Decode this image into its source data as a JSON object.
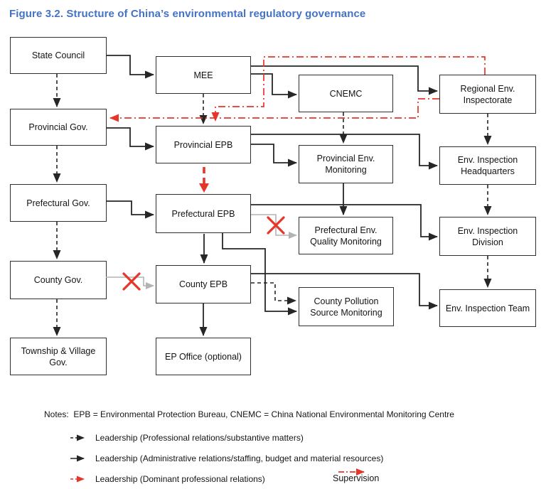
{
  "title": "Figure 3.2. Structure of China’s environmental regulatory governance",
  "colors": {
    "title_blue": "#4472C4",
    "line_black": "#262626",
    "red": "#E6352A",
    "severed_gray": "#B3B3B3"
  },
  "boxes": {
    "state_council": "State Council",
    "provincial_gov": "Provincial Gov.",
    "prefectural_gov": "Prefectural Gov.",
    "county_gov": "County Gov.",
    "township_gov": "Township & Village Gov.",
    "mee": "MEE",
    "provincial_epb": "Provincial EPB",
    "prefectural_epb": "Prefectural EPB",
    "county_epb": "County EPB",
    "ep_office": "EP Office (optional)",
    "cnemc": "CNEMC",
    "provincial_env_monitoring": "Provincial Env. Monitoring",
    "prefectural_env_quality_monitoring": "Prefectural Env. Quality Monitoring",
    "county_pollution_source_monitoring": "County Pollution Source Monitoring",
    "regional_env_inspectorate": "Regional Env. Inspectorate",
    "env_inspection_headquarters": "Env. Inspection Headquarters",
    "env_inspection_division": "Env. Inspection Division",
    "env_inspection_team": "Env. Inspection Team"
  },
  "notes": "Notes:  EPB = Environmental Protection Bureau, CNEMC = China National Environmental Monitoring Centre",
  "legend": {
    "professional": "Leadership (Professional relations/substantive matters)",
    "administrative": "Leadership (Administrative relations/staffing, budget and material resources)",
    "dominant": "Leadership (Dominant professional relations)",
    "supervision": "Supervision"
  },
  "edges": [
    {
      "from": "State Council",
      "to": "MEE",
      "type": "administrative"
    },
    {
      "from": "State Council",
      "to": "Provincial Gov.",
      "type": "professional"
    },
    {
      "from": "Provincial Gov.",
      "to": "Provincial EPB",
      "type": "administrative"
    },
    {
      "from": "Provincial Gov.",
      "to": "Prefectural Gov.",
      "type": "professional"
    },
    {
      "from": "MEE",
      "to": "CNEMC",
      "type": "administrative"
    },
    {
      "from": "MEE",
      "to": "Regional Env. Inspectorate",
      "type": "administrative"
    },
    {
      "from": "MEE",
      "to": "Provincial EPB",
      "type": "professional"
    },
    {
      "from": "Provincial EPB",
      "to": "Provincial Env. Monitoring",
      "type": "administrative"
    },
    {
      "from": "Provincial EPB",
      "to": "Env. Inspection Headquarters",
      "type": "administrative"
    },
    {
      "from": "Provincial EPB",
      "to": "Prefectural EPB",
      "type": "dominant-professional"
    },
    {
      "from": "CNEMC",
      "to": "Provincial Env. Monitoring",
      "type": "professional"
    },
    {
      "from": "Provincial Env. Monitoring",
      "to": "Prefectural Env. Quality Monitoring",
      "type": "administrative"
    },
    {
      "from": "Prefectural Gov.",
      "to": "Prefectural EPB",
      "type": "administrative"
    },
    {
      "from": "Prefectural Gov.",
      "to": "County Gov.",
      "type": "professional"
    },
    {
      "from": "Prefectural EPB",
      "to": "County EPB",
      "type": "administrative"
    },
    {
      "from": "Prefectural EPB",
      "to": "County Pollution Source Monitoring",
      "type": "administrative"
    },
    {
      "from": "Prefectural EPB",
      "to": "Env. Inspection Division",
      "type": "administrative"
    },
    {
      "from": "Prefectural EPB",
      "to": "Prefectural Env. Quality Monitoring",
      "type": "administrative-severed"
    },
    {
      "from": "County Gov.",
      "to": "County EPB",
      "type": "administrative-severed"
    },
    {
      "from": "County Gov.",
      "to": "Township & Village Gov.",
      "type": "professional"
    },
    {
      "from": "County EPB",
      "to": "County Pollution Source Monitoring",
      "type": "professional"
    },
    {
      "from": "County EPB",
      "to": "Env. Inspection Team",
      "type": "administrative"
    },
    {
      "from": "County EPB",
      "to": "EP Office (optional)",
      "type": "administrative"
    },
    {
      "from": "Regional Env. Inspectorate",
      "to": "Env. Inspection Headquarters",
      "type": "professional"
    },
    {
      "from": "Env. Inspection Headquarters",
      "to": "Env. Inspection Division",
      "type": "professional"
    },
    {
      "from": "Env. Inspection Division",
      "to": "Env. Inspection Team",
      "type": "professional"
    },
    {
      "from": "Regional Env. Inspectorate",
      "to": "Provincial EPB",
      "type": "supervision"
    },
    {
      "from": "Regional Env. Inspectorate",
      "to": "Provincial Gov.",
      "type": "supervision"
    }
  ]
}
